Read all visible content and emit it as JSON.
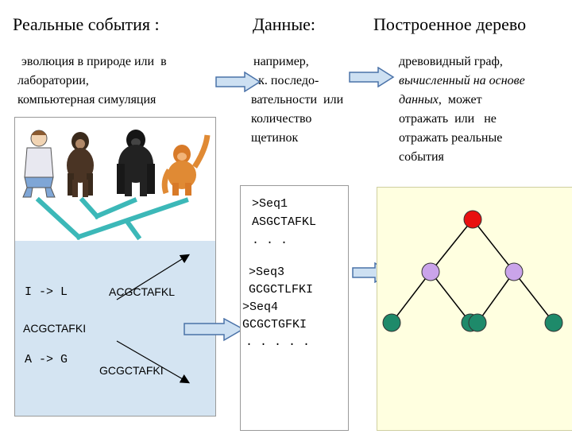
{
  "header": {
    "col1": "Реальные события :",
    "col2": "Данные:",
    "col3": "Построенное дерево"
  },
  "col1_text": [
    "эволюция в природе или  в",
    "лаборатории,",
    "компьютерная симуляция"
  ],
  "col2_text": [
    "например,",
    "а.к. последо-",
    "вательности  или",
    "количество",
    "щетинок"
  ],
  "col3_text": {
    "line1": "древовидный граф,",
    "line2": "вычисленный на основе",
    "line3_italic": "данных",
    "line3_rest": ",  может",
    "line4": "отражать  или   не",
    "line5": "отражать реальные",
    "line6": "события"
  },
  "left_panel": {
    "mutation1": "I -> L",
    "seq_top_right": "ACGCTAFKL",
    "seq_left": "ACGCTAFKI",
    "mutation2": "A -> G",
    "seq_bottom": "GCGCTAFKI"
  },
  "seq_box": {
    "lines": [
      ">Seq1",
      "ASGCTAFKL",
      ". . .",
      ">Seq3",
      "GCGCTLFKI",
      ">Seq4",
      "GCGCTGFKI",
      ". . . . ."
    ]
  },
  "colors": {
    "tree_branch": "#3cb8b8",
    "arrow_fill": "#cde0f2",
    "arrow_stroke": "#4a72a8",
    "root_node": "#e81010",
    "inner_node": "#caa4ea",
    "leaf_node": "#1e8a6a",
    "tree_bg": "#ffffe0"
  }
}
